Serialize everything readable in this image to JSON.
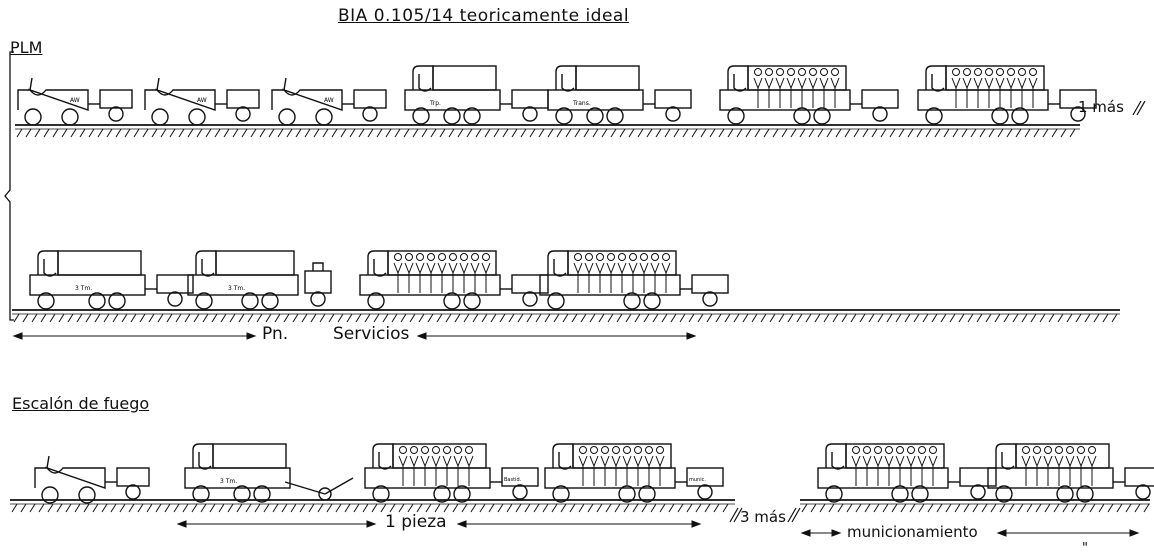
{
  "title": "BIA 0.105/14 teoricamente ideal",
  "plm_label": "PLM",
  "escalon_label": "Escalón de fuego",
  "row1_extra": "1 más",
  "row3_extra": "3 más",
  "pn_label": "Pn.",
  "servicios_label": "Servicios",
  "pieza_label": "1 pieza",
  "municionamiento_label": "municionamiento",
  "ditto_mark": "\"",
  "vehicle_markings": {
    "jeep": "AW",
    "truck_a": "Trp.",
    "truck_b": "Trans.",
    "truck_3t": "3 Tm.",
    "trailer_b": "Bastid.",
    "trailer_m": "munic."
  }
}
